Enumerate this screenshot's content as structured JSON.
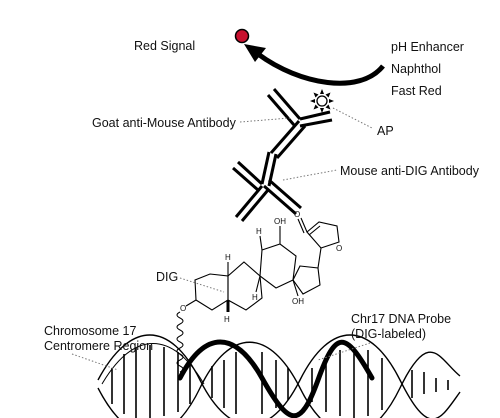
{
  "labels": {
    "red_signal": "Red Signal",
    "ph_enhancer": "pH Enhancer",
    "naphthol": "Naphthol",
    "fast_red": "Fast Red",
    "goat_antibody": "Goat anti-Mouse Antibody",
    "ap": "AP",
    "mouse_antibody": "Mouse anti-DIG Antibody",
    "dig": "DIG",
    "chromosome_line1": "Chromosome 17",
    "chromosome_line2": "Centromere Region",
    "probe_line1": "Chr17 DNA Probe",
    "probe_line2": "(DIG-labeled)"
  },
  "atom_labels": {
    "oxygen": "O",
    "hydroxyl": "OH",
    "hydrogen": "H"
  },
  "colors": {
    "signal_dot": "#c8102e",
    "signal_outline": "#000000",
    "ink": "#000000"
  }
}
